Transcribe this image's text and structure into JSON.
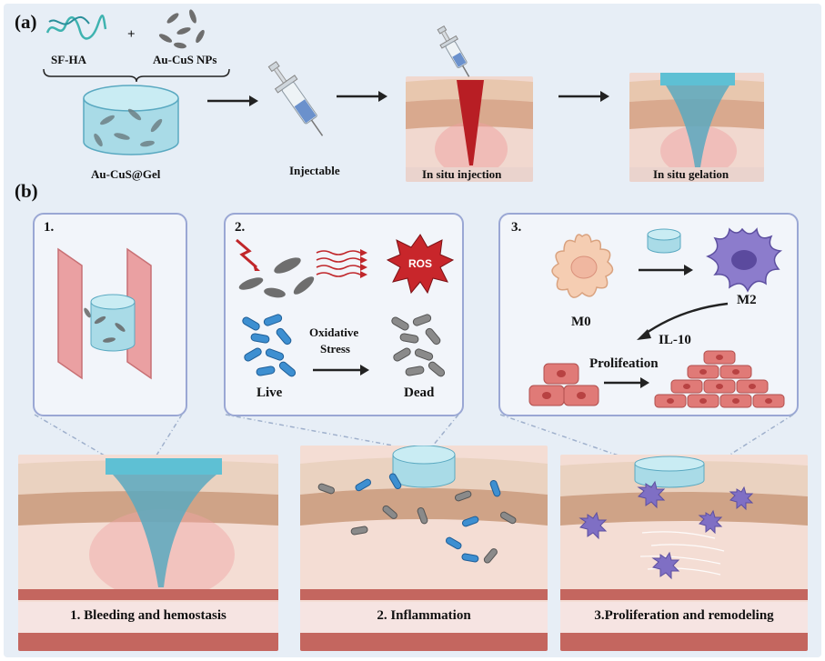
{
  "panel_a": {
    "label": "(a)",
    "components": {
      "polymer": "SF-HA",
      "plus": "+",
      "nanoparticles": "Au-CuS NPs"
    },
    "hydrogel": "Au-CuS@Gel",
    "syringe": "Injectable",
    "step_injection": "In situ injection",
    "step_gelation": "In situ gelation"
  },
  "panel_b": {
    "label": "(b)",
    "box1": {
      "number": "1."
    },
    "box2": {
      "number": "2.",
      "ros": "ROS",
      "live": "Live",
      "stress_line1": "Oxidative",
      "stress_line2": "Stress",
      "dead": "Dead"
    },
    "box3": {
      "number": "3.",
      "m0": "M0",
      "m2": "M2",
      "il10": "IL-10",
      "proliferation": "Prolifeation"
    },
    "stages": [
      "1. Bleeding and hemostasis",
      "2. Inflammation",
      "3.Proliferation  and remodeling"
    ]
  },
  "colors": {
    "background": "#e7eef6",
    "box_border": "#9aa7d4",
    "gel": "#7fc7d9",
    "blood": "#c0262a",
    "skin_top": "#d9b79a",
    "macrophage_m2": "#7f6fc4",
    "cell_red": "#e07a77",
    "bacteria_live": "#3d8fd1",
    "bacteria_dead": "#8a8a8a"
  }
}
